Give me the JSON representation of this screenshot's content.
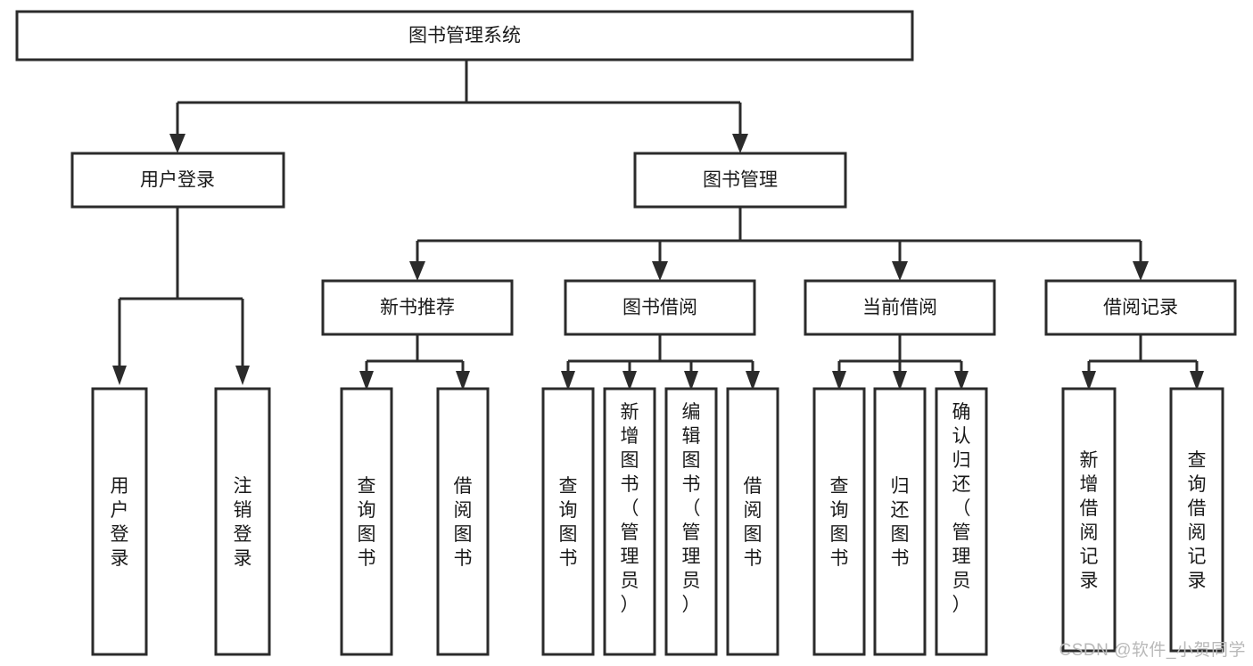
{
  "diagram": {
    "type": "tree-hierarchy-chart",
    "title": "图书管理系统",
    "orientation": "top-down",
    "colors": {
      "stroke": "#2b2b2b",
      "fill": "#ffffff",
      "text": "#1a1a1a",
      "watermark": "#b9b9b9",
      "background": "#ffffff"
    },
    "levels": {
      "root": {
        "label": "图书管理系统"
      },
      "level2": [
        {
          "id": "user-login",
          "label": "用户登录"
        },
        {
          "id": "book-management",
          "label": "图书管理"
        }
      ],
      "level3": [
        {
          "id": "new-book-recommend",
          "label": "新书推荐",
          "parent": "book-management"
        },
        {
          "id": "book-borrow",
          "label": "图书借阅",
          "parent": "book-management"
        },
        {
          "id": "current-borrow",
          "label": "当前借阅",
          "parent": "book-management"
        },
        {
          "id": "borrow-record",
          "label": "借阅记录",
          "parent": "book-management"
        }
      ],
      "leaves": [
        {
          "id": "leaf-user-login",
          "label": "用户登录",
          "parent": "user-login"
        },
        {
          "id": "leaf-logout",
          "label": "注销登录",
          "parent": "user-login"
        },
        {
          "id": "leaf-query-book-1",
          "label": "查询图书",
          "parent": "new-book-recommend"
        },
        {
          "id": "leaf-borrow-book-1",
          "label": "借阅图书",
          "parent": "new-book-recommend"
        },
        {
          "id": "leaf-query-book-2",
          "label": "查询图书",
          "parent": "book-borrow"
        },
        {
          "id": "leaf-add-book",
          "label": "新增图书（管理员）",
          "parent": "book-borrow"
        },
        {
          "id": "leaf-edit-book",
          "label": "编辑图书（管理员）",
          "parent": "book-borrow"
        },
        {
          "id": "leaf-borrow-book-2",
          "label": "借阅图书",
          "parent": "book-borrow"
        },
        {
          "id": "leaf-query-book-3",
          "label": "查询图书",
          "parent": "current-borrow"
        },
        {
          "id": "leaf-return-book",
          "label": "归还图书",
          "parent": "current-borrow"
        },
        {
          "id": "leaf-confirm-return",
          "label": "确认归还（管理员）",
          "parent": "current-borrow"
        },
        {
          "id": "leaf-add-record",
          "label": "新增借阅记录",
          "parent": "borrow-record"
        },
        {
          "id": "leaf-query-record",
          "label": "查询借阅记录",
          "parent": "borrow-record"
        }
      ]
    },
    "watermark": "CSDN @软件_小贺同学"
  }
}
